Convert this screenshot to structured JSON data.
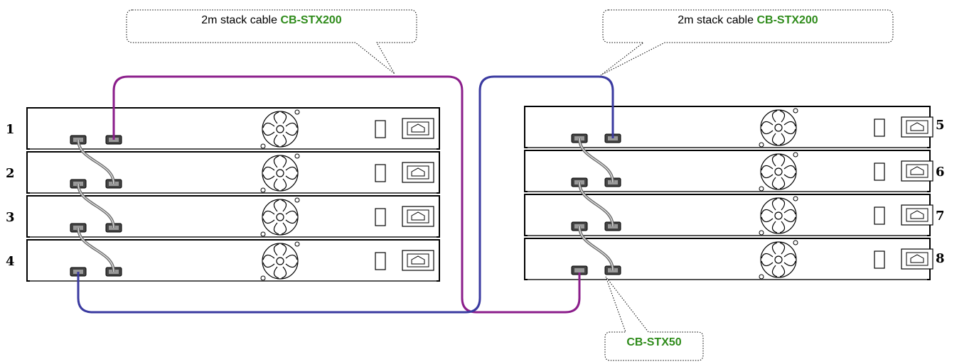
{
  "callouts": [
    {
      "prefix": "2m stack cable",
      "model": "CB-STX200"
    },
    {
      "prefix": "2m stack cable",
      "model": "CB-STX200"
    },
    {
      "prefix": "",
      "model": "CB-STX50"
    }
  ],
  "units": [
    "1",
    "2",
    "3",
    "4",
    "5",
    "6",
    "7",
    "8"
  ],
  "colors": {
    "cable_purple": "#8b1e8b",
    "cable_blue": "#3a3aa0",
    "model_green": "#2e8b1a"
  }
}
